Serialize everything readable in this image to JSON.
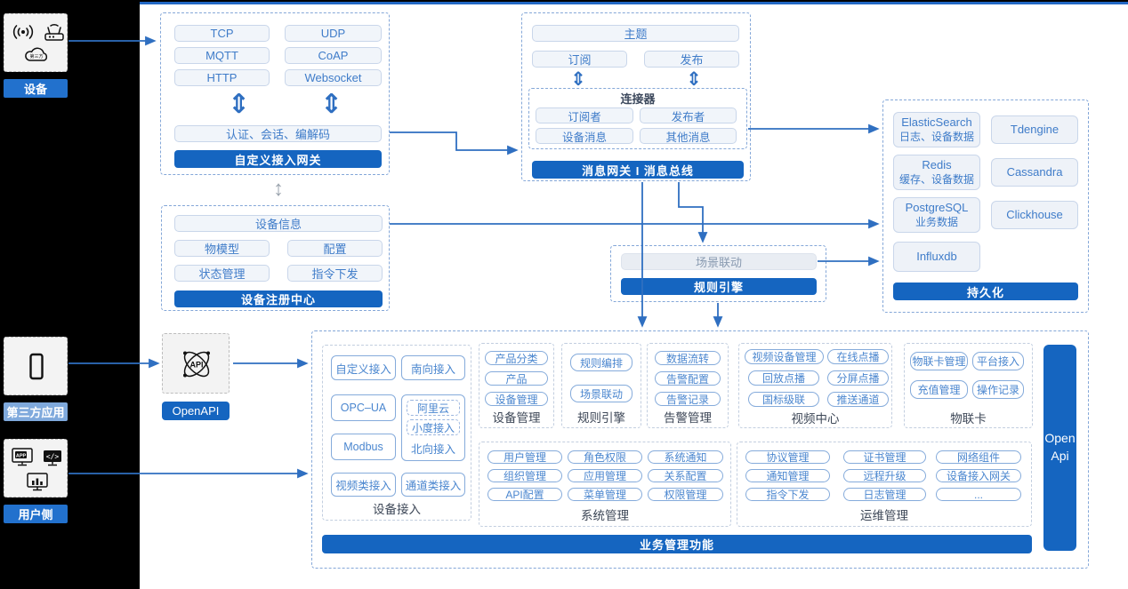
{
  "colors": {
    "accent": "#1565c0",
    "arrow": "#2f6fc1",
    "box_text": "#3f7cc9",
    "light_label": "#7fa9dc"
  },
  "icons": {
    "double_arrow_vertical": "⇕",
    "arrow_updown": "↕"
  },
  "left_panel": {
    "groups": [
      {
        "label": "设备",
        "cloud_text": "第三方"
      },
      {
        "label": "第三方应用"
      },
      {
        "label": "用户侧"
      }
    ]
  },
  "custom_gateway": {
    "protocols": [
      "TCP",
      "UDP",
      "MQTT",
      "CoAP",
      "HTTP",
      "Websocket"
    ],
    "session_bar": "认证、会话、编解码",
    "title": "自定义接入网关"
  },
  "message_bus": {
    "topic": "主题",
    "subscribe": "订阅",
    "publish": "发布",
    "connector_title": "连接器",
    "connector_items": [
      "订阅者",
      "发布者",
      "设备消息",
      "其他消息"
    ],
    "title": "消息网关 I 消息总线"
  },
  "persistence": {
    "title": "持久化",
    "stores": [
      {
        "name": "ElasticSearch",
        "desc": "日志、设备数据"
      },
      {
        "name": "Tdengine",
        "desc": ""
      },
      {
        "name": "Redis",
        "desc": "缓存、设备数据"
      },
      {
        "name": "Cassandra",
        "desc": ""
      },
      {
        "name": "PostgreSQL",
        "desc": "业务数据"
      },
      {
        "name": "Clickhouse",
        "desc": ""
      },
      {
        "name": "Influxdb",
        "desc": ""
      }
    ]
  },
  "device_registry": {
    "info": "设备信息",
    "items": [
      "物模型",
      "配置",
      "状态管理",
      "指令下发"
    ],
    "title": "设备注册中心"
  },
  "rule_engine_mid": {
    "item": "场景联动",
    "title": "规则引擎"
  },
  "openapi": {
    "label": "OpenAPI"
  },
  "business": {
    "title": "业务管理功能",
    "open_api_line1": "Open",
    "open_api_line2": "Api",
    "device_access": {
      "label": "设备接入",
      "items": [
        "自定义接入",
        "南向接入",
        "OPC–UA",
        "Modbus",
        "视频类接入",
        "通道类接入"
      ],
      "north": {
        "label": "北向接入",
        "subs": [
          "阿里云",
          "小度接入"
        ]
      }
    },
    "device_mgmt": {
      "label": "设备管理",
      "items": [
        "产品分类",
        "产品",
        "设备管理"
      ]
    },
    "rule_engine": {
      "label": "规则引擎",
      "items": [
        "规则编排",
        "场景联动"
      ]
    },
    "alarm_mgmt": {
      "label": "告警管理",
      "items": [
        "数据流转",
        "告警配置",
        "告警记录"
      ]
    },
    "video_center": {
      "label": "视频中心",
      "items": [
        "视频设备管理",
        "在线点播",
        "回放点播",
        "分屏点播",
        "国标级联",
        "推送通道"
      ]
    },
    "iot_card": {
      "label": "物联卡",
      "items": [
        "物联卡管理",
        "平台接入",
        "充值管理",
        "操作记录"
      ]
    },
    "system_mgmt": {
      "label": "系统管理",
      "items": [
        "用户管理",
        "角色权限",
        "系统通知",
        "组织管理",
        "应用管理",
        "关系配置",
        "API配置",
        "菜单管理",
        "权限管理"
      ]
    },
    "ops_mgmt": {
      "label": "运维管理",
      "items": [
        "协议管理",
        "证书管理",
        "网络组件",
        "通知管理",
        "远程升级",
        "设备接入网关",
        "指令下发",
        "日志管理",
        "..."
      ]
    }
  }
}
